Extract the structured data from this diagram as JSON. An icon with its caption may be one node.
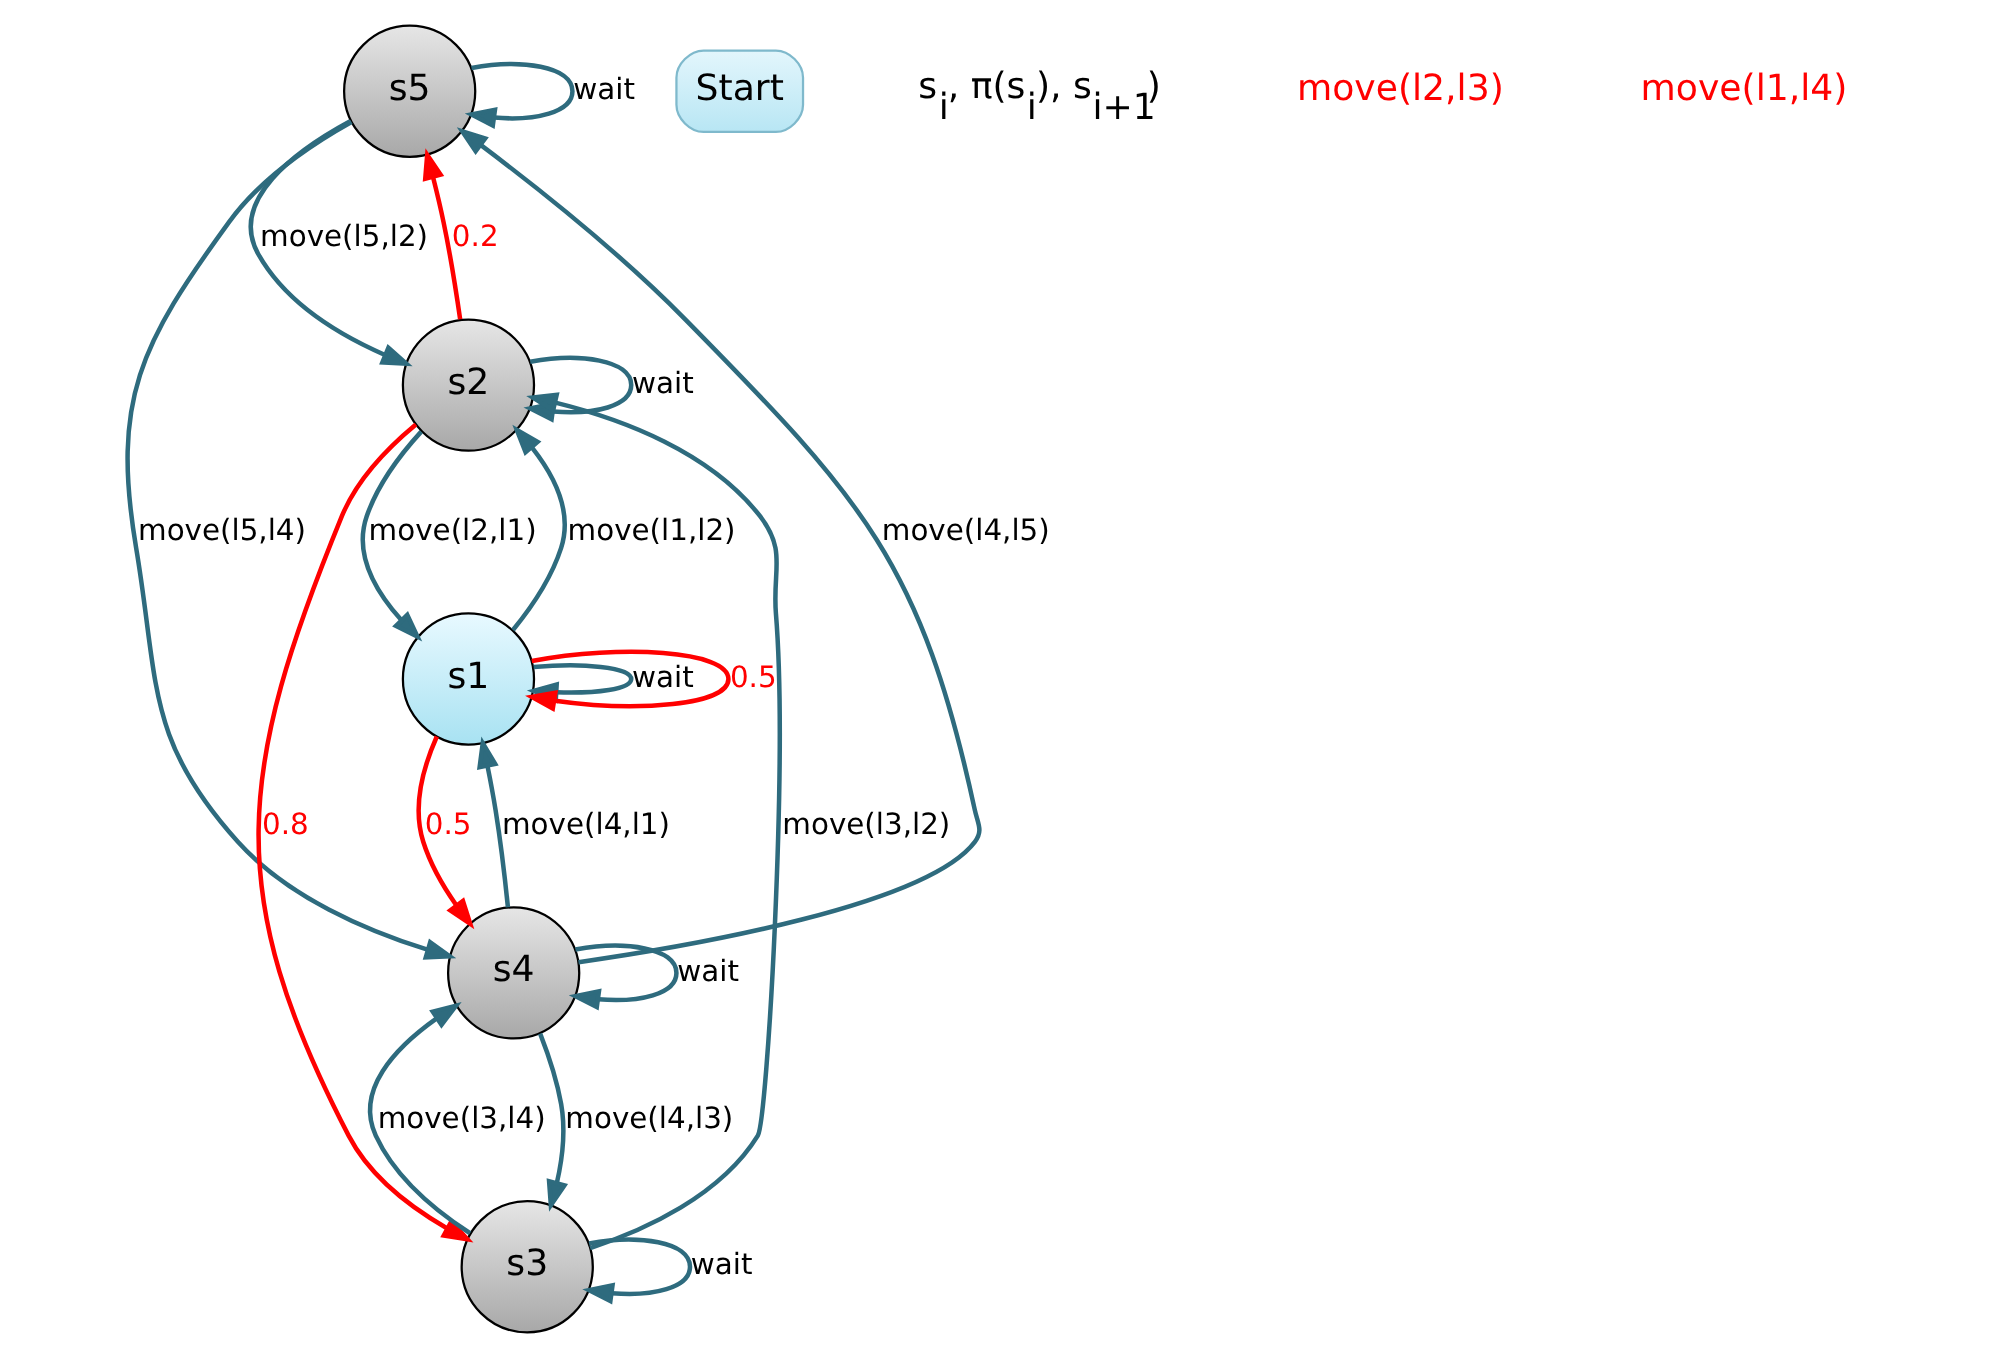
{
  "diagram": {
    "nodes": [
      {
        "text": [
          "s5"
        ]
      },
      {
        "text": [
          "s2"
        ]
      },
      {
        "text": [
          "s3"
        ]
      },
      {
        "text": [
          "s1"
        ]
      },
      {
        "text": [
          "s4"
        ]
      },
      {
        "text": [
          "Start"
        ]
      }
    ],
    "edges": [
      {
        "from": 0,
        "to": 1,
        "arrow": "to",
        "label": "move(l5,l2)"
      },
      {
        "from": 0,
        "to": 0,
        "arrow": "to",
        "label": "wait"
      },
      {
        "from": 1,
        "to": 0,
        "arrow": "to",
        "label": "0.2",
        "color": "#ff0000"
      },
      {
        "from": 1,
        "to": 2,
        "arrow": "to",
        "label": "0.8",
        "color": "#ff0000"
      },
      {
        "from": 2,
        "to": 1,
        "arrow": "to",
        "label": "move(l3,l2)"
      },
      {
        "from": 2,
        "to": 2,
        "arrow": "to",
        "label": "wait"
      },
      {
        "from": 1,
        "to": 1,
        "arrow": "to",
        "label": "wait"
      },
      {
        "from": 3,
        "to": 1,
        "arrow": "to",
        "label": "move(l1,l2)"
      },
      {
        "from": 1,
        "to": 3,
        "arrow": "to",
        "label": "move(l2,l1)"
      },
      {
        "from": 2,
        "to": 4,
        "arrow": "to",
        "label": "move(l3,l4)"
      },
      {
        "from": 4,
        "to": 2,
        "arrow": "to",
        "label": "move(l4,l3)"
      },
      {
        "from": 0,
        "to": 4,
        "arrow": "to",
        "label": "move(l5,l4)"
      },
      {
        "from": 4,
        "to": 0,
        "arrow": "to",
        "label": "move(l4,l5)"
      },
      {
        "from": 3,
        "to": 3,
        "arrow": "to",
        "label": "wait"
      },
      {
        "from": 4,
        "to": 3,
        "arrow": "to",
        "label": "move(l4,l1)"
      },
      {
        "from": 3,
        "to": 4,
        "arrow": "to",
        "label": "0.5",
        "color": "#ff0000"
      },
      {
        "from": 3,
        "to": 3,
        "arrow": "to",
        "label": "0.5",
        "color": "#ff0000"
      },
      {
        "from": 4,
        "to": 4,
        "arrow": "to",
        "label": "wait"
      }
    ],
    "labels": [
      "s$_{i}$, π(s$_{i}$), s$_{i+1}$)",
      "move(l2,l3)",
      "move(l1,l4)"
    ]
  }
}
